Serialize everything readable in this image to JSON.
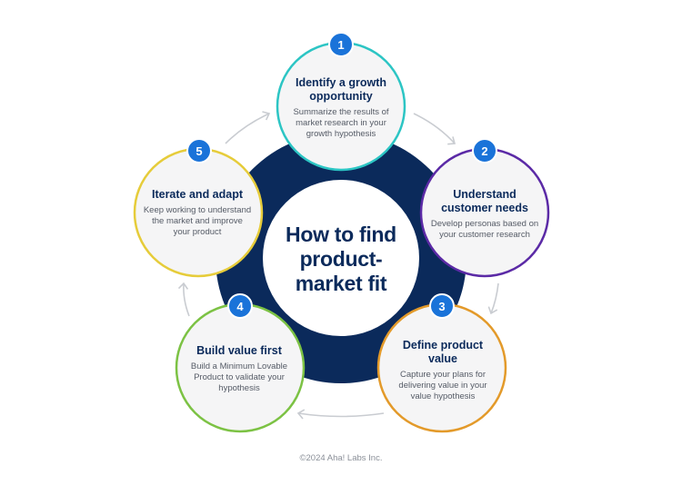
{
  "center": {
    "title_lines": [
      "How to find",
      "product-",
      "market fit"
    ]
  },
  "steps": [
    {
      "number": "1",
      "title_lines": [
        "Identify a growth",
        "opportunity"
      ],
      "desc_lines": [
        "Summarize the results of",
        "market research in your",
        "growth hypothesis"
      ],
      "color": "#2cc5c4"
    },
    {
      "number": "2",
      "title_lines": [
        "Understand",
        "customer needs"
      ],
      "desc_lines": [
        "Develop personas based on",
        "your customer research"
      ],
      "color": "#5b2aa6"
    },
    {
      "number": "3",
      "title_lines": [
        "Define product",
        "value"
      ],
      "desc_lines": [
        "Capture your plans for",
        "delivering value in your",
        "value hypothesis"
      ],
      "color": "#e39a2a"
    },
    {
      "number": "4",
      "title_lines": [
        "Build value first"
      ],
      "desc_lines": [
        "Build a Minimum Lovable",
        "Product to validate your",
        "hypothesis"
      ],
      "color": "#7cc244"
    },
    {
      "number": "5",
      "title_lines": [
        "Iterate and adapt"
      ],
      "desc_lines": [
        "Keep working to understand",
        "the market and improve",
        "your product"
      ],
      "color": "#e6cc3a"
    }
  ],
  "colors": {
    "ring": "#0b2a5b",
    "badge": "#1a73d9",
    "arrow": "#c9ccd1",
    "circle_fill": "#f5f5f6"
  },
  "footer": {
    "copyright": "©2024 Aha! Labs Inc."
  }
}
